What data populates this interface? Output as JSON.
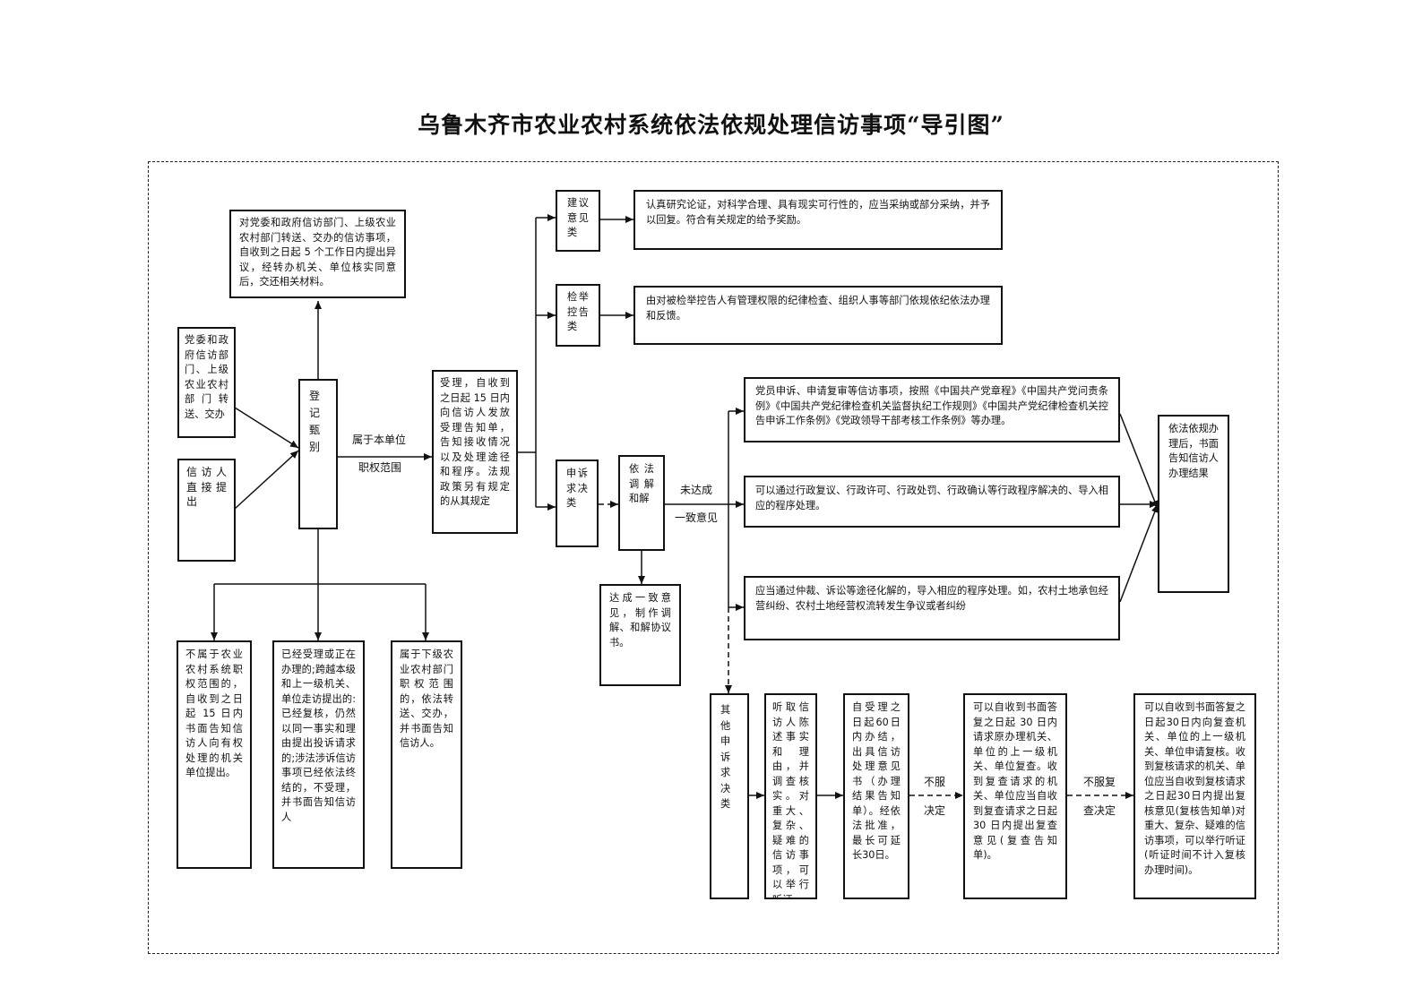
{
  "title": "乌鲁木齐市农业农村系统依法依规处理信访事项“导引图”",
  "sources": {
    "party": "党委和政府信访部门、上级农业农村部门转送、交办",
    "petitioner": "信访人直接提出"
  },
  "nodes": {
    "register": "登记甄别",
    "objection": "对党委和政府信访部门、上级农业农村部门转送、交办的信访事项，自收到之日起 5 个工作日内提出异议，经转办机关、单位核实同意后，交还相关材料。",
    "accept": "受理，自收到之日起 15 日内向信访人发放受理告知单，告知接收情况以及处理途径和程序。法规政策另有规定的从其规定",
    "not_belong": "不属于农业农村系统职权范围的，自收到之日起 15 日内书面告知信访人向有权处理的机关单位提出。",
    "already": "已经受理或正在办理的;跨越本级和上一级机关、单位走访提出的:已经复核，仍然以同一事实和理由提出投诉请求的;涉法涉诉信访事项已经依法终结的，不受理，并书面告知信访人",
    "lower": "属于下级农业农村部门职权范围的，依法转送、交办，并书面告知信访人。",
    "suggest": "建议意见类",
    "suggest_desc": "认真研究论证，对科学合理、具有现实可行性的，应当采纳或部分采纳，并予以回复。符合有关规定的给予奖励。",
    "report": "检举控告类",
    "report_desc": "由对被检举控告人有管理权限的纪律检查、组织人事等部门依规依纪依法办理和反馈。",
    "complaint": "申诉求决类",
    "mediate": "依法调解和解",
    "agree": "达成一致意见，制作调解、和解协议书。",
    "party_member": "党员申诉、申请复审等信访事项，按照《中国共产党章程》《中国共产党问责条例》《中国共产党纪律检查机关监督执纪工作规则》《中国共产党纪律检查机关控告申诉工作条例》《党政领导干部考核工作条例》等办理。",
    "admin": "可以通过行政复议、行政许可、行政处罚、行政确认等行政程序解决的、导入相应的程序处理。",
    "arbitration": "应当通过仲裁、诉讼等途径化解的，导入相应的程序处理。如，农村土地承包经营纠纷、农村土地经营权流转发生争议或者纠纷",
    "result": "依法依规办理后，书面告知信访人办理结果",
    "other": "其他申诉求决类",
    "hearing": "听取信访人陈述事实和理由，并调查核实。对重大、复杂、疑难的信访事项，可以举行听证。",
    "deadline": "自受理之日起60日内办结，出具信访处理意见书（办理结果告知单）。经依法批准，最长可延长30日。",
    "review": "可以自收到书面答复之日起 30 日内请求原办理机关、单位的上一级机关、单位复查。收到复查请求的机关、单位应当自收到复查请求之日起 30 日内提出复查意见(复查告知单)。",
    "recheck": "可以自收到书面答复之日起30日内向复查机关、单位的上一级机关、单位申请复核。收到复核请求的机关、单位应当自收到复核请求之日起30日内提出复核意见(复核告知单)对重大、复杂、疑难的信访事项，可以举行听证(听证时间不计入复核办理时间)。"
  },
  "edge_labels": {
    "scope_1": "属于本单位",
    "scope_2": "职权范围",
    "fail_1": "未达成",
    "fail_2": "一致意见",
    "dissatisfied_1": "不服",
    "dissatisfied_2": "决定",
    "dissatisfied_review_1": "不服复",
    "dissatisfied_review_2": "查决定"
  }
}
